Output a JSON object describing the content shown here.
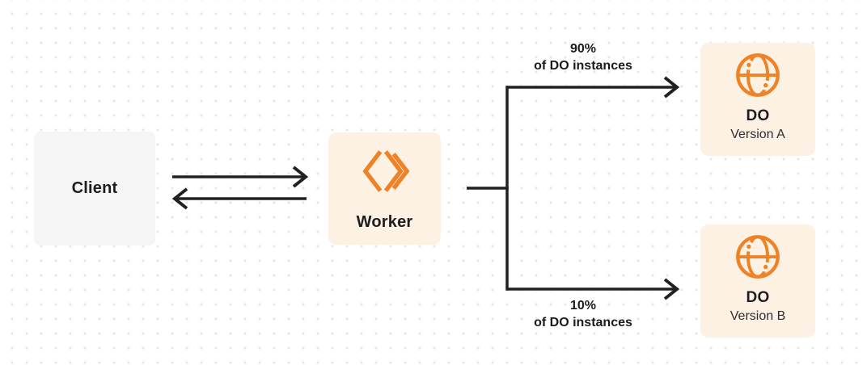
{
  "colors": {
    "accent_orange": "#ee8227",
    "node_cream_bg": "#fcf1e2",
    "node_gray_bg": "#f5f5f6",
    "connector_line": "#212121",
    "text_dark": "#1d1d1f",
    "dot_grid": "#e7e7e8"
  },
  "nodes": {
    "client": {
      "label": "Client"
    },
    "worker": {
      "label": "Worker",
      "icon": "workers-chevron-icon"
    },
    "do_a": {
      "title": "DO",
      "subtitle": "Version A",
      "icon": "globe-icon"
    },
    "do_b": {
      "title": "DO",
      "subtitle": "Version B",
      "icon": "globe-icon"
    }
  },
  "edges": {
    "top_branch": {
      "percent": "90%",
      "caption": "of DO instances"
    },
    "bottom_branch": {
      "percent": "10%",
      "caption": "of DO instances"
    }
  }
}
